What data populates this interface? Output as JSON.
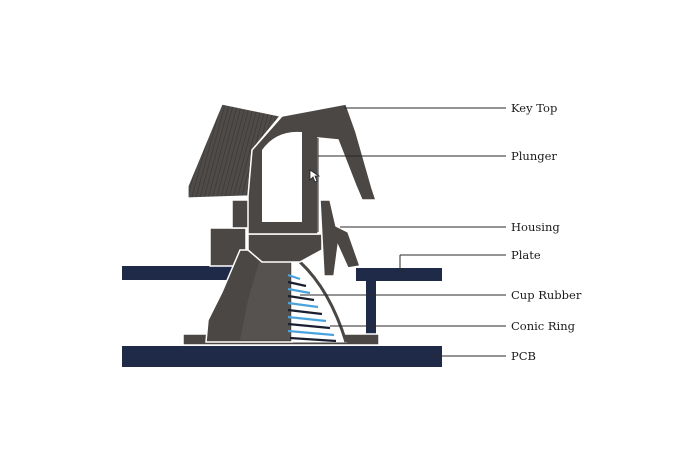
{
  "labels": {
    "key_top": "Key Top",
    "plunger": "Plunger",
    "housing": "Housing",
    "plate": "Plate",
    "cup_rubber": "Cup Rubber",
    "conic_ring": "Conic Ring",
    "pcb": "PCB"
  },
  "colors": {
    "body_dark": "#4a4744",
    "body_mid": "#5a5754",
    "plate_pcb": "#1f2a48",
    "spring_blue": "#4aa3dc",
    "spring_dark": "#1a2030",
    "outline": "#ffffff"
  }
}
